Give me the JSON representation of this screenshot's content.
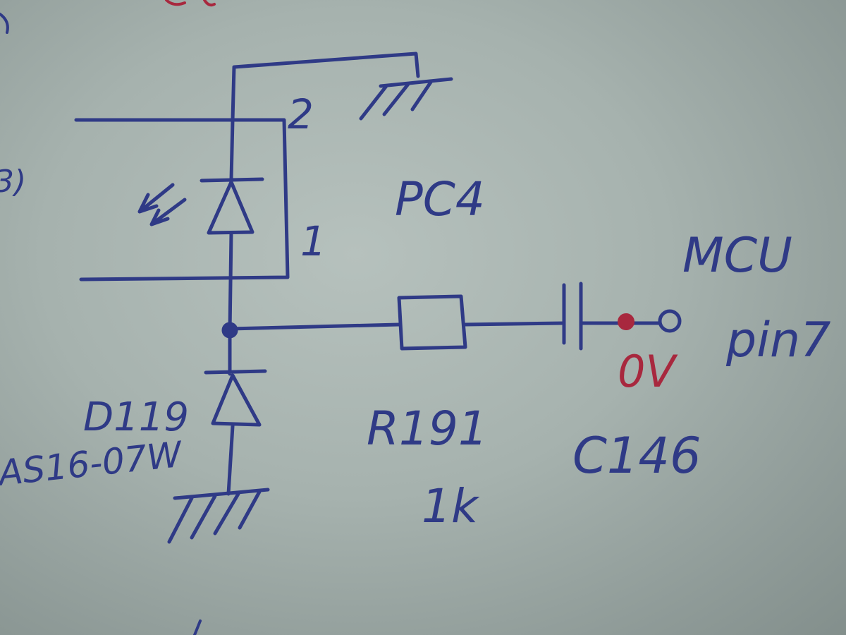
{
  "colors": {
    "ink": "#2f3a86",
    "red_ink": "#a8283e",
    "paper": "#a9b4b0"
  },
  "labels": {
    "photocoupler": "PC4",
    "pin_top": "2",
    "pin_bottom": "1",
    "mcu_line1": "MCU",
    "mcu_line2": "pin7",
    "voltage": "0V",
    "diode_ref": "D119",
    "diode_part": "AS16-07W",
    "resistor_ref": "R191",
    "resistor_value": "1k",
    "capacitor_ref": "C146",
    "edge_left": "3)"
  }
}
